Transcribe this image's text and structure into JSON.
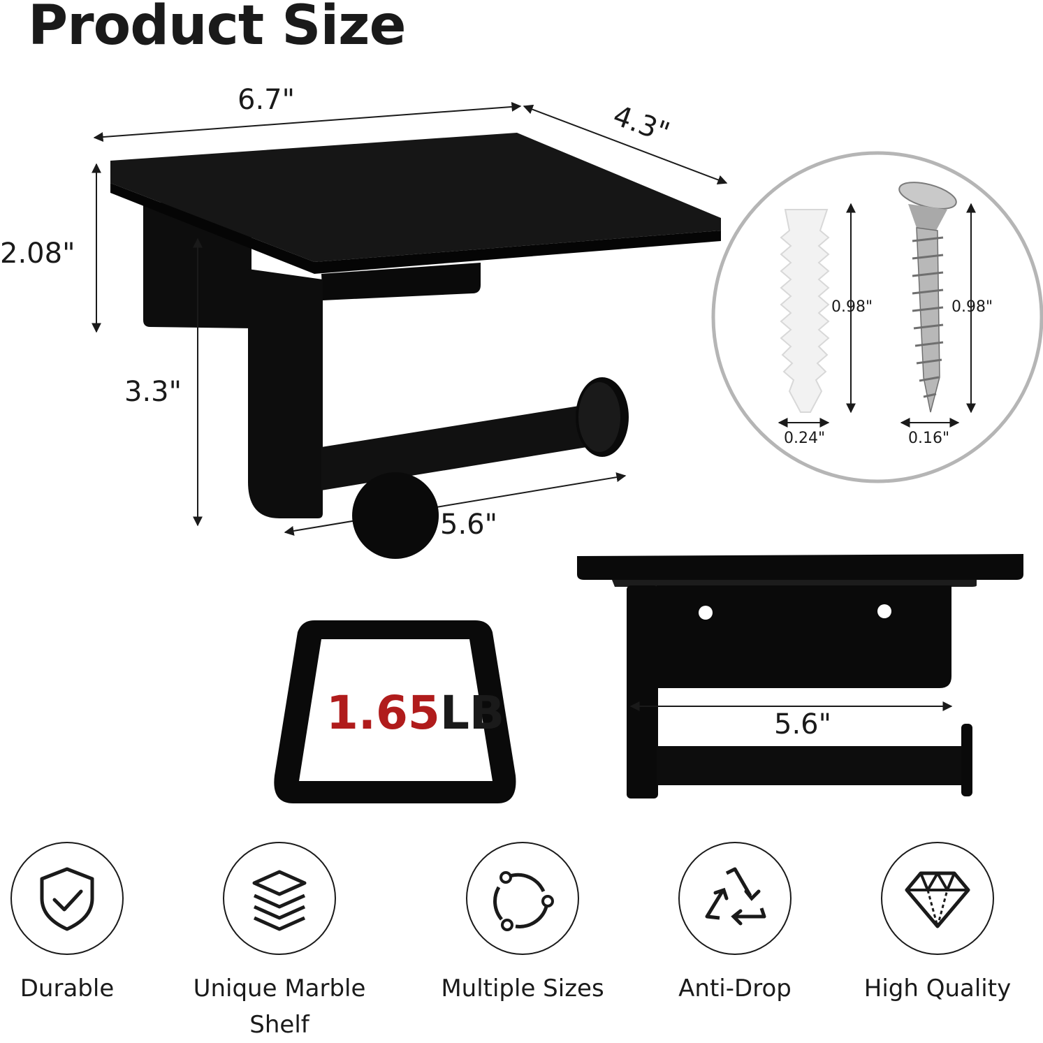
{
  "header": {
    "title": "Product Size"
  },
  "dimensions": {
    "top_width": "6.7\"",
    "depth": "4.3\"",
    "shelf_height": "2.08\"",
    "holder_height": "3.3\"",
    "bar_length": "5.6\"",
    "back_bar_length": "5.6\""
  },
  "hardware": {
    "anchor_length": "0.98\"",
    "anchor_width": "0.24\"",
    "screw_length": "0.98\"",
    "screw_width": "0.16\""
  },
  "weight": {
    "value": "1.65",
    "unit": "LB",
    "accent_color": "#b01c1c"
  },
  "features": [
    {
      "label": "Durable",
      "icon": "shield-check-icon"
    },
    {
      "label": "Unique Marble Shelf",
      "icon": "layers-icon"
    },
    {
      "label": "Multiple Sizes",
      "icon": "cycle-icon"
    },
    {
      "label": "Anti-Drop",
      "icon": "recycle-icon"
    },
    {
      "label": "High Quality",
      "icon": "diamond-icon"
    }
  ],
  "colors": {
    "product": "#111111",
    "text": "#1a1a1a",
    "circle_border": "#b5b5b5"
  }
}
